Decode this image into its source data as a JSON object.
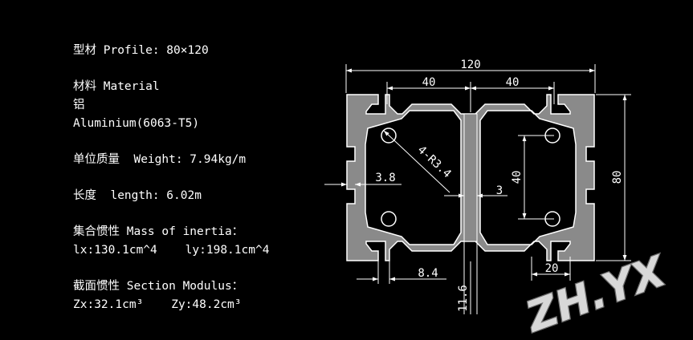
{
  "specs": {
    "profile": "型材 Profile: 80×120",
    "material_label": "材料 Material",
    "material_cn": "铝",
    "material_en": "Aluminium(6063-T5)",
    "weight": "单位质量  Weight: 7.94kg/m",
    "length": "长度  length: 6.02m",
    "inertia_label": "集合惯性 Mass of inertia：",
    "inertia_values": "lx:130.1cm^4    ly:198.1cm^4",
    "modulus_label": "截面惯性 Section Modulus：",
    "modulus_values": "Zx:32.1cm³    Zy:48.2cm³"
  },
  "dimensions": {
    "total_width": "120",
    "slot_spacing_left": "40",
    "slot_spacing_right": "40",
    "total_height": "80",
    "vertical_spacing": "40",
    "hole": "4-R3.4",
    "wall": "3.8",
    "web": "3",
    "slot_opening": "8.4",
    "rail_width": "20",
    "core_width": "11.6"
  },
  "watermark": "ZH.YX",
  "colors": {
    "background": "#000000",
    "profile_fill": "#8a8a8a",
    "lines": "#ffffff"
  }
}
